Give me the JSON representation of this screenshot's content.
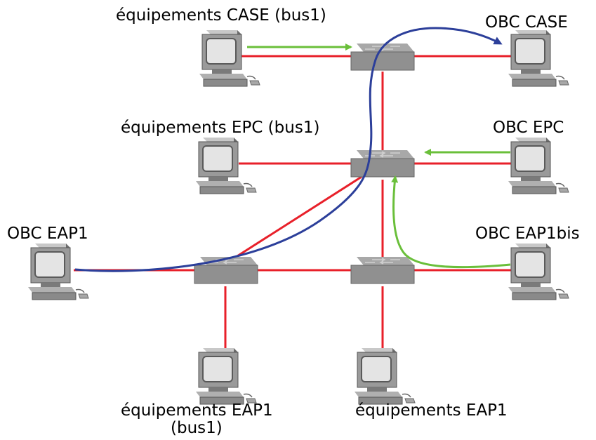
{
  "labels": {
    "case_equip": "équipements CASE (bus1)",
    "obc_case": "OBC CASE",
    "epc_equip": "équipements EPC (bus1)",
    "obc_epc": "OBC EPC",
    "obc_eap1": "OBC EAP1",
    "obc_eap1bis": "OBC EAP1bis",
    "eap1_equip_bus1_line1": "équipements EAP1",
    "eap1_equip_bus1_line2": "(bus1)",
    "eap1_equip": "équipements EAP1"
  },
  "colors": {
    "link": "#e8202a",
    "green_flow": "#6abf3a",
    "blue_flow": "#2c3f9a",
    "device_body": "#9a9a9a",
    "device_dark": "#5e5e5e",
    "screen": "#e4e4e4"
  },
  "icons": {
    "computer": "computer-icon",
    "switch": "network-switch-icon"
  }
}
